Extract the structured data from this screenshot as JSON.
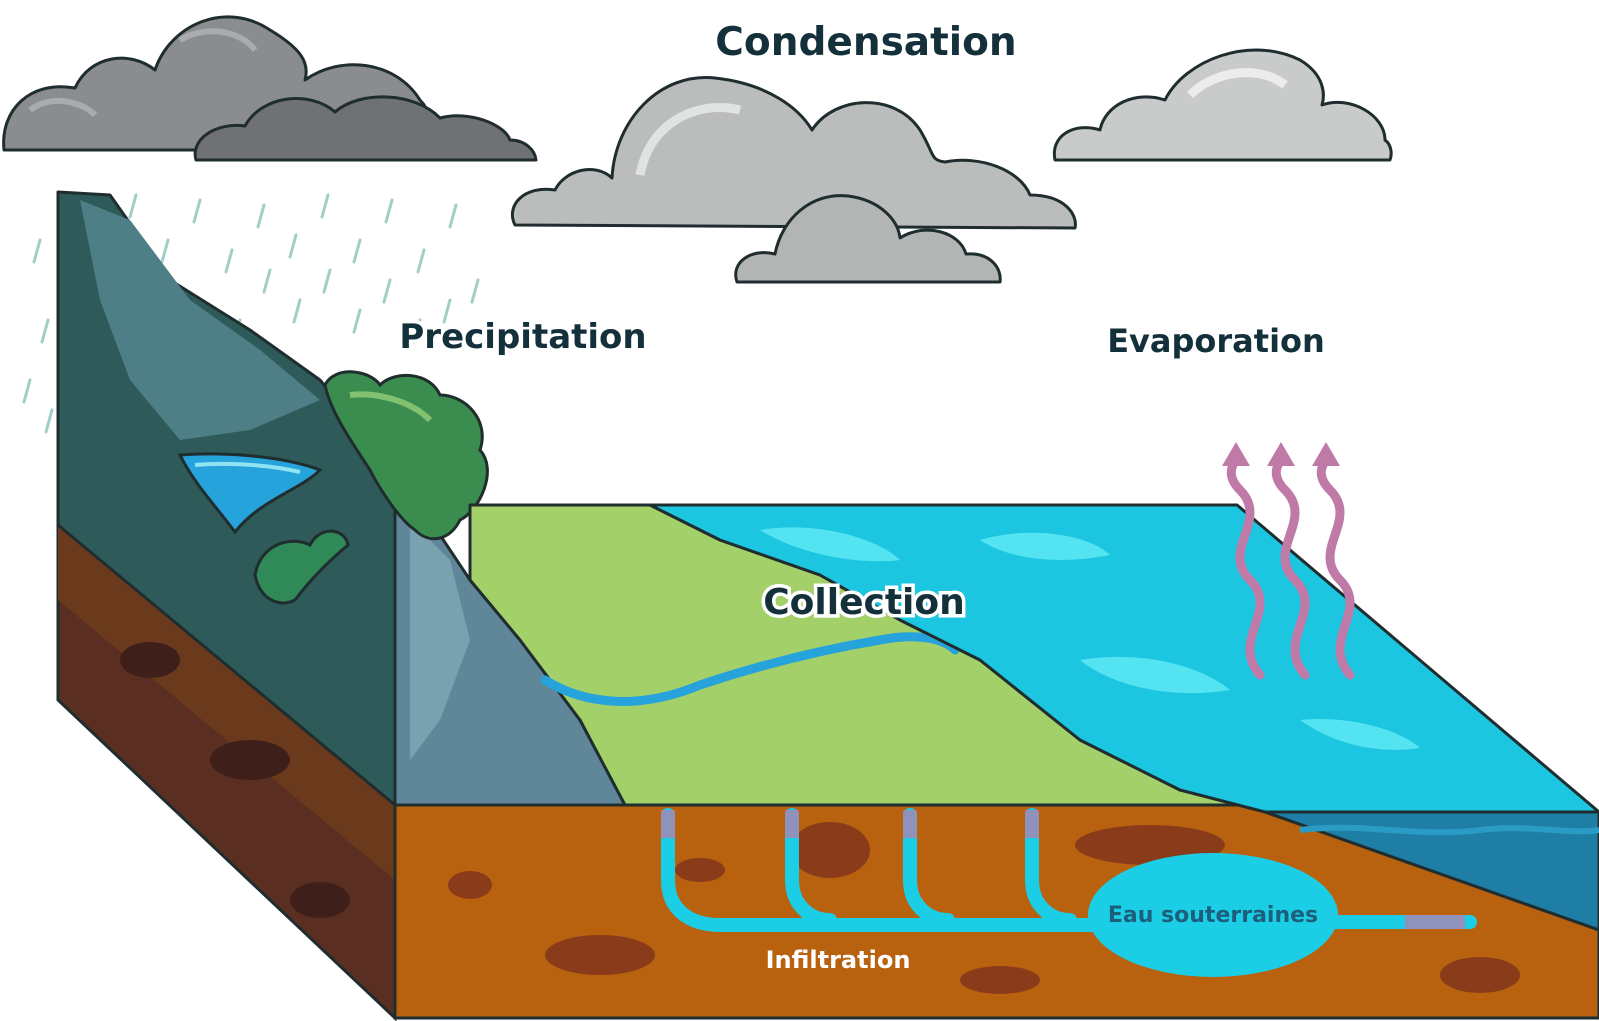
{
  "labels": {
    "condensation": "Condensation",
    "precipitation": "Precipitation",
    "evaporation": "Evaporation",
    "collection": "Collection",
    "groundwater": "Eau souterraines",
    "infiltration": "Infiltration"
  },
  "colors": {
    "label_text": "#14303b",
    "storm_cloud": "#8a8c8e",
    "light_cloud": "#c7c9c9",
    "rain": "#9fcfc7",
    "soil": "#b8620f",
    "soil_shadow": "#6d3a12",
    "soil_dark": "#4e2a1f",
    "grass": "#a4d06a",
    "sea": "#1cc6e0",
    "sea_deep": "#1e7ea5",
    "mountain": "#2f5a5a",
    "cliff": "#5f8799",
    "groundwater": "#1ccde6",
    "vapor": "#c07aa8",
    "outline": "#1f2d2f"
  },
  "icons": [
    "storm-cloud-icon",
    "cloud-icon",
    "rain-icon",
    "vapor-arrow-icon",
    "bush-icon"
  ]
}
